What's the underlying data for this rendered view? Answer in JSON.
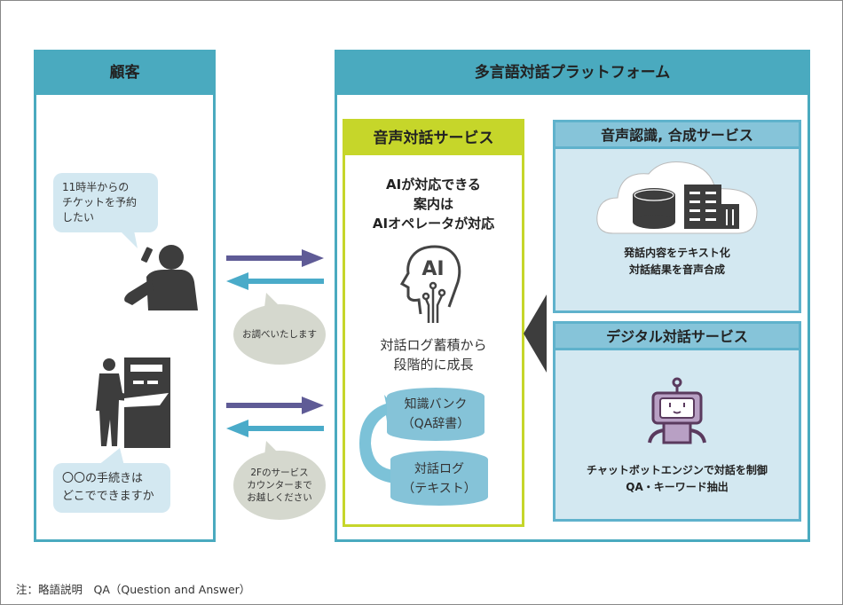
{
  "customer": {
    "title": "顧客",
    "bubble1": "11時半からの\nチケットを予約\nしたい",
    "bubble2": "〇〇の手続きは\nどこでできますか"
  },
  "replies": {
    "reply1": "お調べいたします",
    "reply2": "2Fのサービス\nカウンターまで\nお越しください"
  },
  "platform": {
    "title": "多言語対話プラットフォーム"
  },
  "voice_service": {
    "title": "音声対話サービス",
    "lead": "AIが対応できる\n案内は\nAIオペレータが対応",
    "growth": "対話ログ蓄積から\n段階的に成長",
    "knowledge": "知識バンク\n（QA辞書）",
    "log": "対話ログ\n（テキスト）"
  },
  "speech": {
    "title": "音声認識, 合成サービス",
    "desc": "発話内容をテキスト化\n対話結果を音声合成"
  },
  "digital": {
    "title": "デジタル対話サービス",
    "desc": "チャットボットエンジンで対話を制御\nQA・キーワード抽出"
  },
  "footnote": "注：略語説明　QA（Question and Answer）",
  "colors": {
    "teal": "#4aaabf",
    "green": "#c6d62a",
    "purple": "#5f5b96",
    "cyan": "#4aabc9"
  }
}
